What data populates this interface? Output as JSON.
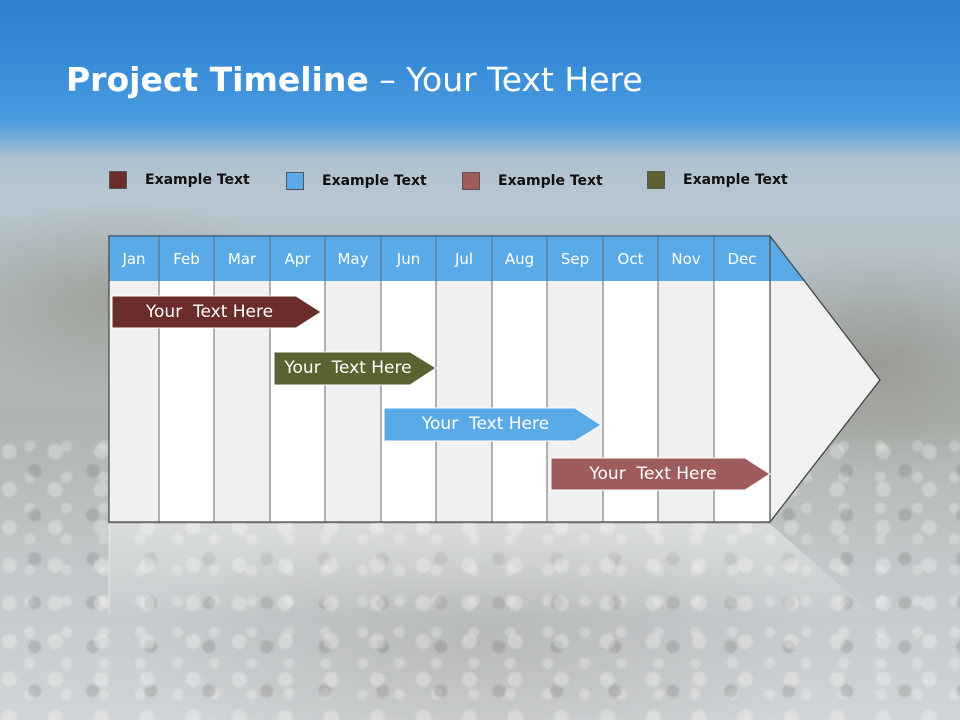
{
  "title": {
    "bold": "Project Timeline",
    "rest": " – Your Text Here"
  },
  "legend": [
    {
      "label": "Example Text",
      "color": "#6b2c2c"
    },
    {
      "label": "Example Text",
      "color": "#5aaae8"
    },
    {
      "label": "Example Text",
      "color": "#9e5c5c"
    },
    {
      "label": "Example Text",
      "color": "#5b6130"
    }
  ],
  "months": [
    "Jan",
    "Feb",
    "Mar",
    "Apr",
    "May",
    "Jun",
    "Jul",
    "Aug",
    "Sep",
    "Oct",
    "Nov",
    "Dec"
  ],
  "tasks": [
    {
      "label": "Your  Text Here",
      "color": "#6b2c2c"
    },
    {
      "label": "Your  Text Here",
      "color": "#5b6130"
    },
    {
      "label": "Your  Text Here",
      "color": "#5aaae8"
    },
    {
      "label": "Your  Text Here",
      "color": "#9e5c5c"
    }
  ],
  "colors": {
    "header": "#5aaae8",
    "title_band": "#3a8ed8"
  }
}
